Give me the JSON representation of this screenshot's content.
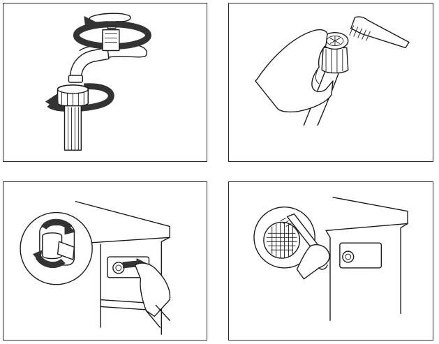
{
  "figure": {
    "panels": [
      {
        "id": "p1",
        "name": "panel-unscrew-hose-from-tap",
        "icon": "tap-and-hose-connector-icon"
      },
      {
        "id": "p2",
        "name": "panel-clean-hose-filter-with-brush",
        "icon": "hose-filter-brush-icon"
      },
      {
        "id": "p3",
        "name": "panel-unscrew-inlet-hose-from-machine",
        "icon": "machine-inlet-valve-icon"
      },
      {
        "id": "p4",
        "name": "panel-clean-inlet-valve-filter",
        "icon": "inlet-valve-filter-brush-icon"
      }
    ],
    "colors": {
      "line": "#1a1a1a",
      "arrow": "#333333",
      "background": "#ffffff",
      "border": "#2a2a2a"
    }
  }
}
